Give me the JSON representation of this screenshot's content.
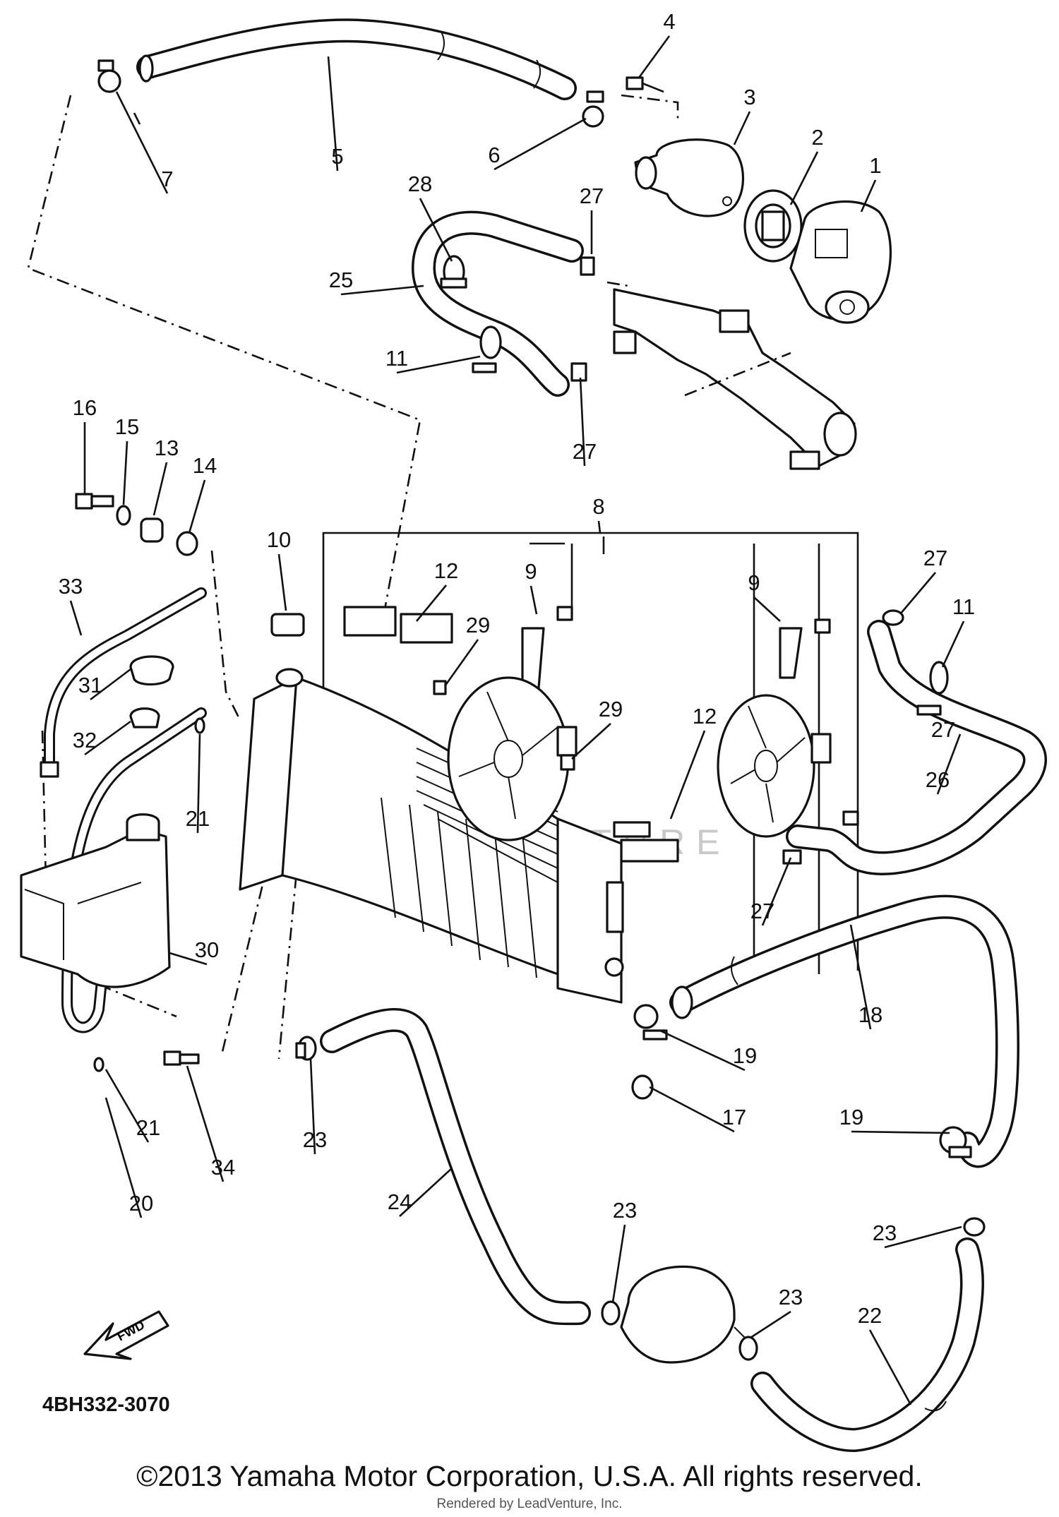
{
  "watermark": "LEADVENTURE",
  "diagram_code": "4BH332-3070",
  "fwd_label": "FWD",
  "copyright": "©2013 Yamaha Motor Corporation, U.S.A. All rights reserved.",
  "render_note": "Rendered by LeadVenture, Inc.",
  "callouts": [
    {
      "n": "4"
    },
    {
      "n": "3"
    },
    {
      "n": "2"
    },
    {
      "n": "1"
    },
    {
      "n": "5"
    },
    {
      "n": "7"
    },
    {
      "n": "6"
    },
    {
      "n": "28"
    },
    {
      "n": "27"
    },
    {
      "n": "25"
    },
    {
      "n": "11"
    },
    {
      "n": "27"
    },
    {
      "n": "16"
    },
    {
      "n": "15"
    },
    {
      "n": "13"
    },
    {
      "n": "14"
    },
    {
      "n": "8"
    },
    {
      "n": "10"
    },
    {
      "n": "12"
    },
    {
      "n": "9"
    },
    {
      "n": "9"
    },
    {
      "n": "27"
    },
    {
      "n": "11"
    },
    {
      "n": "33"
    },
    {
      "n": "29"
    },
    {
      "n": "31"
    },
    {
      "n": "29"
    },
    {
      "n": "12"
    },
    {
      "n": "32"
    },
    {
      "n": "26"
    },
    {
      "n": "21"
    },
    {
      "n": "27"
    },
    {
      "n": "27"
    },
    {
      "n": "30"
    },
    {
      "n": "18"
    },
    {
      "n": "19"
    },
    {
      "n": "17"
    },
    {
      "n": "19"
    },
    {
      "n": "21"
    },
    {
      "n": "34"
    },
    {
      "n": "23"
    },
    {
      "n": "20"
    },
    {
      "n": "24"
    },
    {
      "n": "23"
    },
    {
      "n": "23"
    },
    {
      "n": "22"
    },
    {
      "n": "23"
    }
  ]
}
